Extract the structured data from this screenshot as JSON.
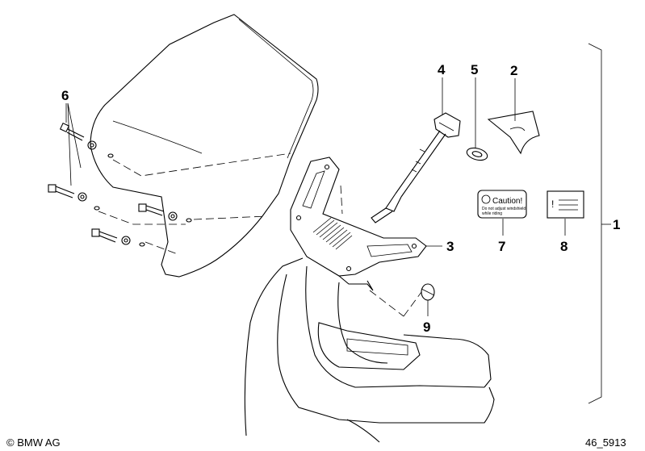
{
  "callouts": {
    "c1": "1",
    "c2": "2",
    "c3": "3",
    "c4": "4",
    "c5": "5",
    "c6": "6",
    "c7": "7",
    "c8": "8",
    "c9": "9"
  },
  "labels": {
    "caution_title": "Caution!",
    "caution_line1": "Do not adjust windshield",
    "caution_line2": "while riding",
    "warning_mark": "!"
  },
  "footer": {
    "copyright": "© BMW AG",
    "diagram_id": "46_5913"
  }
}
